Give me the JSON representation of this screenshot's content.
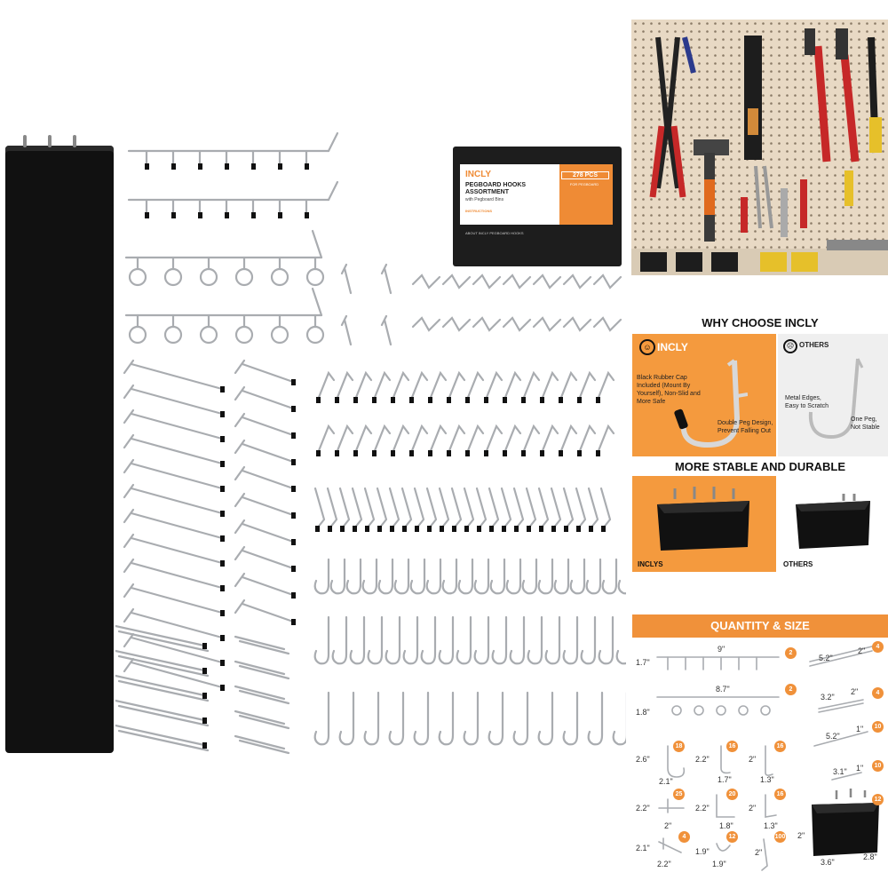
{
  "box": {
    "brand": "INCLY",
    "title_line1": "PEGBOARD HOOKS",
    "title_line2": "ASSORTMENT",
    "subtitle": "with Pegboard Bins",
    "count": "278 PCS",
    "count_sub": "FOR PEGBOARD",
    "instructions": "INSTRUCTIONS",
    "about": "ABOUT INCLY PEGBOARD HOOKS"
  },
  "why": {
    "heading": "WHY CHOOSE INCLY",
    "incly_logo": "INCLY",
    "others_label": "OTHERS",
    "incly_note1": "Black Rubber Cap Included (Mount By Yourself), Non-Slid and More Safe",
    "incly_note2": "Double Peg Design, Prevent Falling Out",
    "others_note1": "Metal Edges, Easy to Scratch",
    "others_note2": "One Peg, Not Stable"
  },
  "stable": {
    "heading": "MORE STABLE AND DURABLE",
    "left_label": "INCLYS",
    "right_label": "OTHERS"
  },
  "qty": {
    "heading": "QUANTITY & SIZE",
    "rows": [
      {
        "h": "1.7\"",
        "w": "9\"",
        "n": "2"
      },
      {
        "h": "1.8\"",
        "w": "8.7\"",
        "n": "2"
      }
    ],
    "right": [
      {
        "len": "5.2\"",
        "h": "2\"",
        "n": "4"
      },
      {
        "len": "3.2\"",
        "h": "2\"",
        "n": "4"
      },
      {
        "len": "5.2\"",
        "h": "1\"",
        "n": "10"
      },
      {
        "len": "3.1\"",
        "h": "1\"",
        "n": "10"
      }
    ],
    "grid": [
      {
        "a": "2.6\"",
        "b": "2.1\"",
        "n": "18"
      },
      {
        "a": "2.2\"",
        "b": "1.7\"",
        "n": "16"
      },
      {
        "a": "2\"",
        "b": "1.3\"",
        "n": "16"
      },
      {
        "a": "2.2\"",
        "b": "2\"",
        "n": "25"
      },
      {
        "a": "2.2\"",
        "b": "1.8\"",
        "n": "20"
      },
      {
        "a": "2\"",
        "b": "1.3\"",
        "n": "16"
      },
      {
        "a": "2.1\"",
        "b": "2.2\"",
        "n": "4"
      },
      {
        "a": "1.9\"",
        "b": "1.9\"",
        "n": "12"
      },
      {
        "a": "2\"",
        "b": "",
        "n": "100"
      }
    ],
    "bin": {
      "h": "2\"",
      "w": "3.6\"",
      "d": "2.8\"",
      "n": "12"
    }
  },
  "icons": {
    "smile": "smile-icon",
    "sad": "sad-face-icon"
  },
  "colors": {
    "accent": "#f0913a",
    "bin": "#111111",
    "metal": "#a9acb0"
  }
}
